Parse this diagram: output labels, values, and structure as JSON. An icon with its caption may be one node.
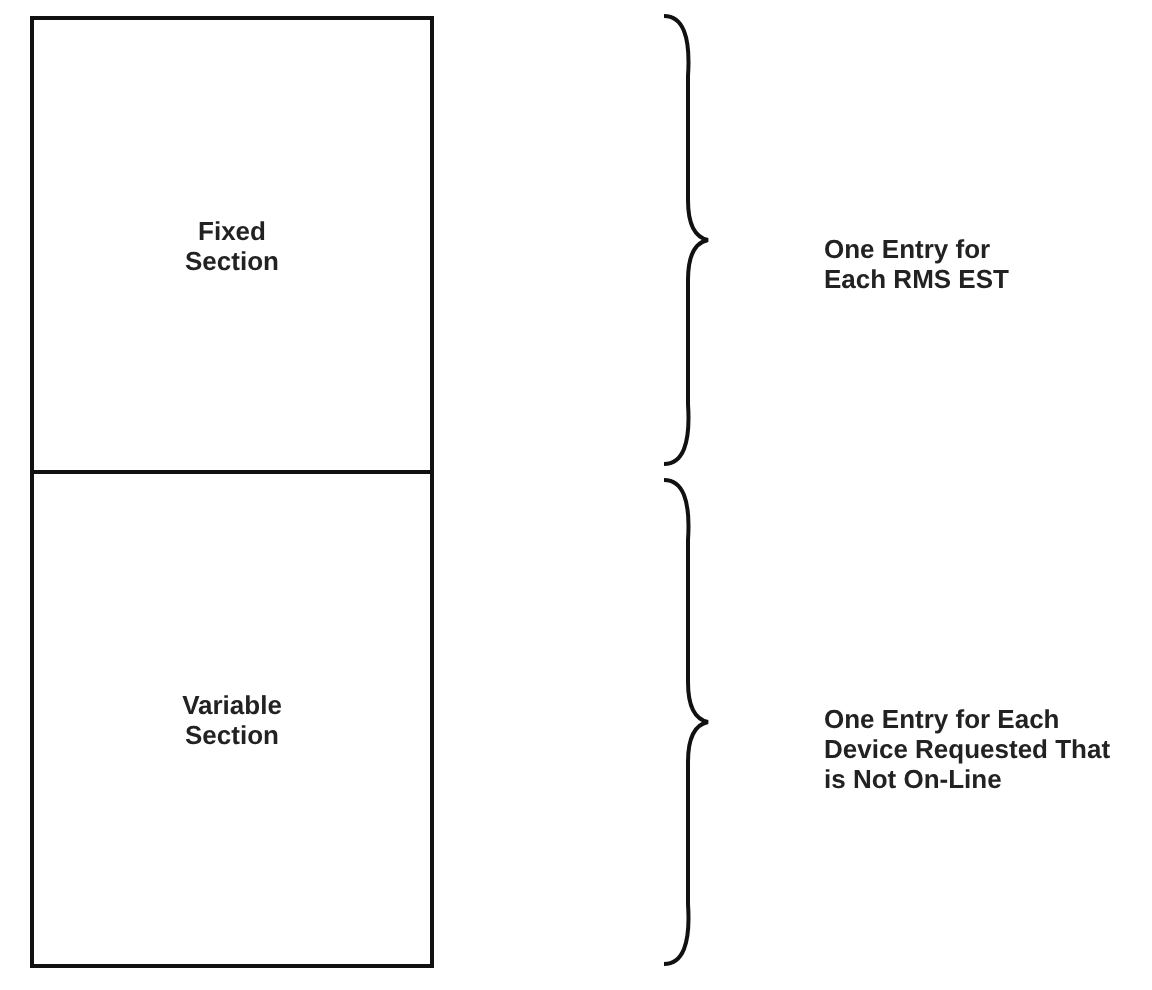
{
  "diagram": {
    "nodes": [
      {
        "text": [
          "Fixed Section"
        ]
      },
      {
        "text": [
          "Variable Section"
        ]
      }
    ],
    "labels": [
      "One Entry for Each RMS EST",
      "One Entry for Each Device Requested That is Not On-Line"
    ]
  }
}
